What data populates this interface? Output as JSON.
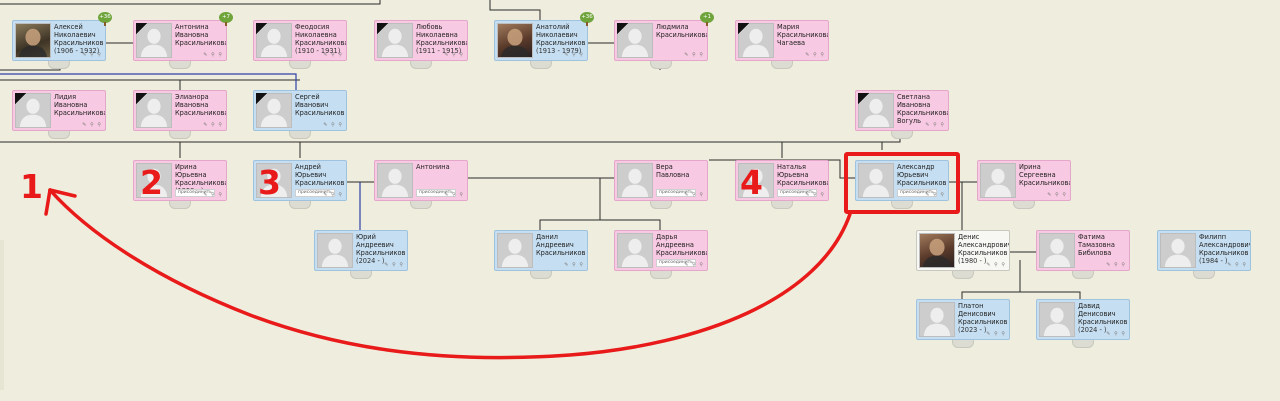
{
  "tree": {
    "gen1": [
      {
        "id": "p1",
        "name": "Алексей\nНиколаевич\nКрасильников",
        "dates": "(1906 - 1932)",
        "gender": "m",
        "photo": "real",
        "badge": "+36",
        "deceased": false
      },
      {
        "id": "p2",
        "name": "Антонина\nИвановна\nКрасильникова",
        "dates": "",
        "gender": "f",
        "photo": "none",
        "badge": "+7",
        "deceased": true
      },
      {
        "id": "p3",
        "name": "Феодосия\nНиколаевна\nКрасильникова",
        "dates": "(1910 - 1931)",
        "gender": "f",
        "photo": "none",
        "badge": "",
        "deceased": true
      },
      {
        "id": "p4",
        "name": "Любовь\nНиколаевна\nКрасильникова",
        "dates": "(1911 - 1915)",
        "gender": "f",
        "photo": "none",
        "badge": "",
        "deceased": true
      },
      {
        "id": "p5",
        "name": "Анатолий\nНиколаевич\nКрасильников",
        "dates": "(1913 - 1979)",
        "gender": "m",
        "photo": "real2",
        "badge": "+36",
        "deceased": false
      },
      {
        "id": "p6",
        "name": "Людмила\nКрасильникова",
        "dates": "",
        "gender": "f",
        "photo": "none",
        "badge": "+1",
        "deceased": true
      },
      {
        "id": "p7",
        "name": "Мария\nКрасильникова,\nЧагаева",
        "dates": "",
        "gender": "f",
        "photo": "none",
        "badge": "",
        "deceased": true
      }
    ],
    "gen2": [
      {
        "id": "p8",
        "name": "Лидия\nИвановна\nКрасильникова",
        "dates": "",
        "gender": "f",
        "photo": "none",
        "deceased": true
      },
      {
        "id": "p9",
        "name": "Элианора\nИвановна\nКрасильникова",
        "dates": "",
        "gender": "f",
        "photo": "none",
        "deceased": true
      },
      {
        "id": "p10",
        "name": "Сергей\nИванович\nКрасильников",
        "dates": "",
        "gender": "m",
        "photo": "none",
        "deceased": true
      },
      {
        "id": "p11",
        "name": "Светлана\nИвановна\nКрасильникова,\nВогуль",
        "dates": "",
        "gender": "f",
        "photo": "none",
        "deceased": true
      }
    ],
    "gen3": [
      {
        "id": "p12",
        "name": "Ирина Юрьевна\nКрасильникова",
        "dates": "(1958 - )",
        "gender": "f",
        "photo": "none",
        "deceased": false,
        "add": "присоединить"
      },
      {
        "id": "p13",
        "name": "Андрей\nЮрьевич\nКрасильников",
        "dates": "",
        "gender": "m",
        "photo": "none",
        "deceased": false,
        "add": "присоединить"
      },
      {
        "id": "p14",
        "name": "Антонина",
        "dates": "",
        "gender": "f",
        "photo": "none",
        "deceased": false,
        "add": "присоединить"
      },
      {
        "id": "p15",
        "name": "Вера Павловна",
        "dates": "",
        "gender": "f",
        "photo": "none",
        "deceased": false,
        "add": "присоединить"
      },
      {
        "id": "p16",
        "name": "Наталья\nЮрьевна\nКрасильникова,",
        "dates": "",
        "gender": "f",
        "photo": "none",
        "deceased": false,
        "add": "присоединить"
      },
      {
        "id": "p17",
        "name": "Александр\nЮрьевич\nКрасильников",
        "dates": "",
        "gender": "m",
        "photo": "none",
        "deceased": false,
        "add": "присоединить"
      },
      {
        "id": "p18",
        "name": "Ирина\nСергеевна\nКрасильникова",
        "dates": "",
        "gender": "f",
        "photo": "none",
        "deceased": false
      }
    ],
    "gen4": [
      {
        "id": "p19",
        "name": "Юрий\nАндреевич\nКрасильников",
        "dates": "(2024 - )",
        "gender": "m",
        "photo": "none",
        "deceased": false
      },
      {
        "id": "p20",
        "name": "Данил\nАндреевич\nКрасильников",
        "dates": "",
        "gender": "m",
        "photo": "none",
        "deceased": false
      },
      {
        "id": "p21",
        "name": "Дарья\nАндреевна\nКрасильникова",
        "dates": "",
        "gender": "f",
        "photo": "none",
        "deceased": false,
        "add": "присоединить"
      },
      {
        "id": "p22",
        "name": "Денис\nАлександрович\nКрасильников",
        "dates": "(1980 - )",
        "gender": "w",
        "photo": "real3",
        "deceased": false
      },
      {
        "id": "p23",
        "name": "Фатима\nТамазовна\nБибилова",
        "dates": "",
        "gender": "f",
        "photo": "none",
        "deceased": false
      },
      {
        "id": "p24",
        "name": "Филипп\nАлександрович\nКрасильников",
        "dates": "(1984 - )",
        "gender": "m",
        "photo": "none",
        "deceased": false
      }
    ],
    "gen5": [
      {
        "id": "p25",
        "name": "Платон\nДенисович\nКрасильников",
        "dates": "(2023 - )",
        "gender": "m",
        "photo": "none",
        "deceased": false
      },
      {
        "id": "p26",
        "name": "Давид\nДенисович\nКрасильников",
        "dates": "(2024 - )",
        "gender": "m",
        "photo": "none",
        "deceased": false
      }
    ]
  },
  "annotations": {
    "n1": "1",
    "n2": "2",
    "n3": "3",
    "n4": "4"
  },
  "card_tools": "✎ ⚲ ⚲",
  "colors": {
    "accent": "#e81a1a",
    "male": "#c5def1",
    "female": "#f8c9e2",
    "line": "#1a1a1a",
    "blue_line": "#2a3a9a"
  }
}
